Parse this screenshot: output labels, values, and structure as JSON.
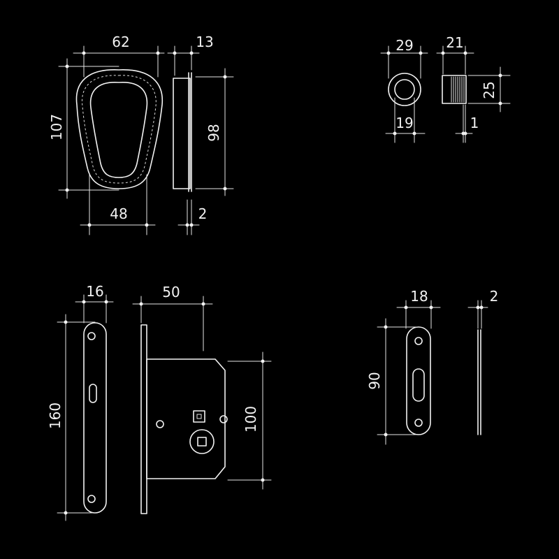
{
  "dims": {
    "pull_width": "62",
    "pull_depth": "13",
    "pull_height": "107",
    "pull_plate_height": "98",
    "pull_inner_width": "48",
    "pull_plate_thickness": "2",
    "knob_diameter": "29",
    "knob_depth": "21",
    "knob_height": "25",
    "knob_inner_diameter": "19",
    "knob_rim": "1",
    "faceplate_width": "16",
    "lock_backset": "50",
    "faceplate_height": "160",
    "lock_body_height": "100",
    "strike_width": "18",
    "strike_thickness": "2",
    "strike_height": "90"
  }
}
